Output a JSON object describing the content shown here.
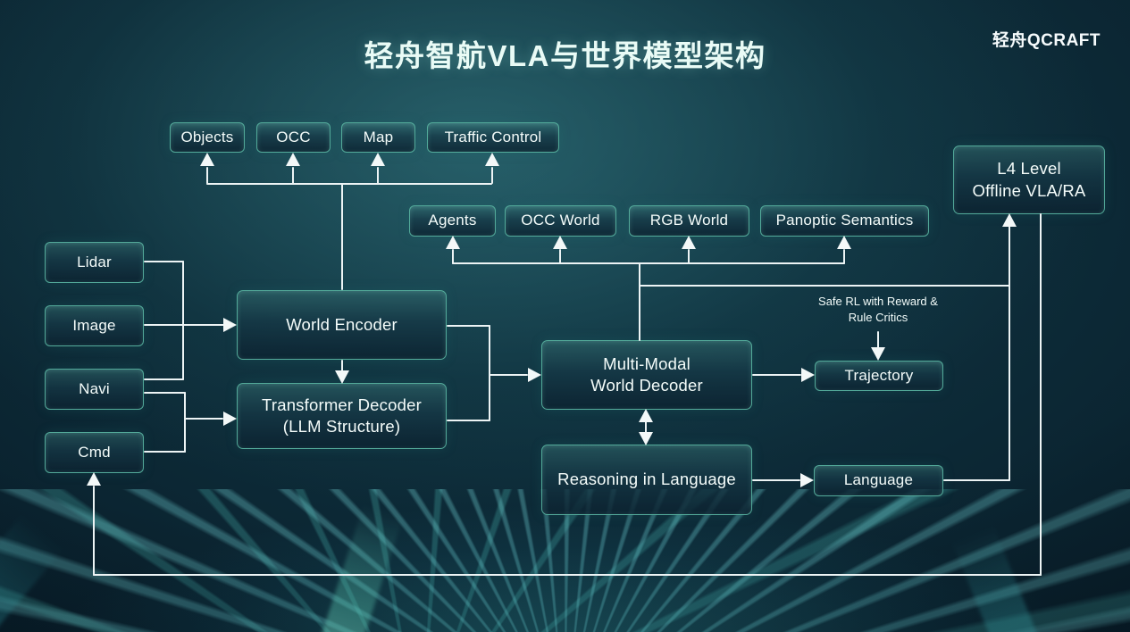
{
  "slide": {
    "title": "轻舟智航VLA与世界模型架构",
    "logo": "轻舟QCRAFT"
  },
  "nodes": {
    "objects": {
      "label": "Objects"
    },
    "occ": {
      "label": "OCC"
    },
    "map": {
      "label": "Map"
    },
    "traffic_control": {
      "label": "Traffic Control"
    },
    "agents": {
      "label": "Agents"
    },
    "occ_world": {
      "label": "OCC World"
    },
    "rgb_world": {
      "label": "RGB World"
    },
    "panoptic_semantics": {
      "label": "Panoptic Semantics"
    },
    "l4_offline": {
      "label": "L4 Level\nOffline VLA/RA"
    },
    "lidar": {
      "label": "Lidar"
    },
    "image": {
      "label": "Image"
    },
    "navi": {
      "label": "Navi"
    },
    "cmd": {
      "label": "Cmd"
    },
    "world_encoder": {
      "label": "World Encoder"
    },
    "transformer_decoder": {
      "label": "Transformer Decoder\n(LLM Structure)"
    },
    "multi_modal_world_decoder": {
      "label": "Multi-Modal\nWorld Decoder"
    },
    "reasoning_in_language": {
      "label": "Reasoning in Language"
    },
    "trajectory": {
      "label": "Trajectory"
    },
    "language": {
      "label": "Language"
    }
  },
  "annotations": {
    "safe_rl": "Safe RL with Reward &\nRule Critics"
  },
  "colors": {
    "background_center": "#123a48",
    "background_edge": "#051320",
    "box_border": "#56b09e",
    "box_fill_top": "#2d5f66",
    "box_fill_bottom": "#0c2230",
    "connector": "#edf4f5",
    "text": "#f4fcfa",
    "streak": "#5ce2d6"
  }
}
